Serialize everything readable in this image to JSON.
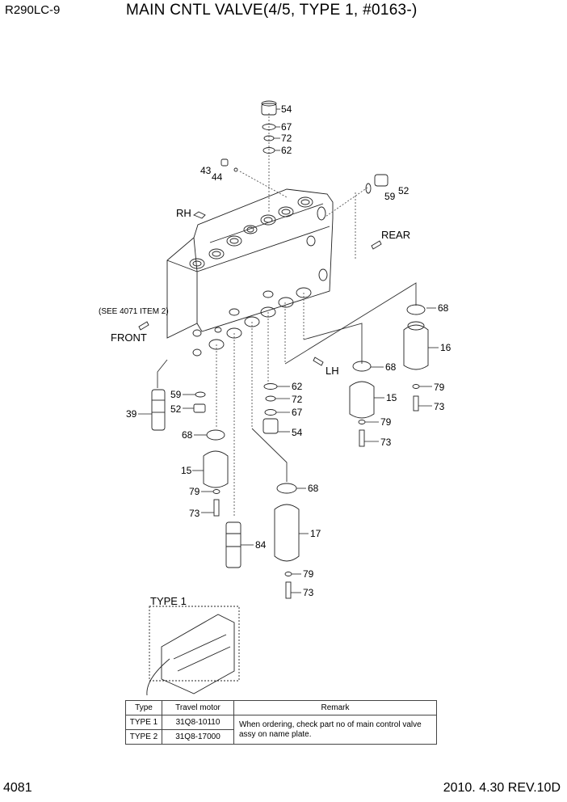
{
  "header": {
    "model": "R290LC-9",
    "title": "MAIN CNTL VALVE(4/5, TYPE 1, #0163-)"
  },
  "footer": {
    "page": "4081",
    "revision": "2010. 4.30  REV.10D"
  },
  "labels": {
    "rh": "RH",
    "rear": "REAR",
    "front": "FRONT",
    "lh": "LH",
    "see_ref": "(SEE 4071 ITEM 2)",
    "inset": "TYPE 1"
  },
  "parts": {
    "p54a": "54",
    "p67a": "67",
    "p72a": "72",
    "p62a": "62",
    "p43": "43",
    "p44": "44",
    "p59a": "59",
    "p52a": "52",
    "p68a": "68",
    "p16": "16",
    "p68b": "68",
    "p79a": "79",
    "p15a": "15",
    "p73a": "73",
    "p79b": "79",
    "p73b": "73",
    "p62b": "62",
    "p72b": "72",
    "p67b": "67",
    "p54b": "54",
    "p59b": "59",
    "p52b": "52",
    "p39": "39",
    "p68c": "68",
    "p15b": "15",
    "p79c": "79",
    "p73c": "73",
    "p68d": "68",
    "p17": "17",
    "p84": "84",
    "p79d": "79",
    "p73d": "73"
  },
  "table": {
    "headers": [
      "Type",
      "Travel motor",
      "Remark"
    ],
    "rows": [
      {
        "type": "TYPE 1",
        "motor": "31Q8-10110"
      },
      {
        "type": "TYPE 2",
        "motor": "31Q8-17000"
      }
    ],
    "remark": "When ordering, check part no of main control valve assy on name plate."
  }
}
